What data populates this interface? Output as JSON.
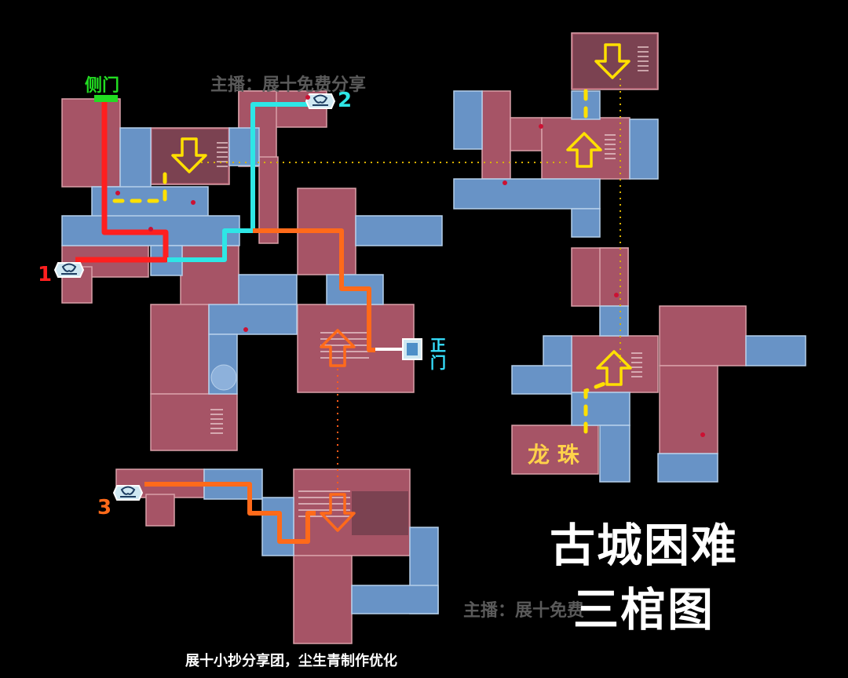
{
  "map": {
    "title_line1": "古城困难",
    "title_line2": "三棺图",
    "credit": "展十小抄分享团，尘生青制作优化",
    "watermark_1": "主播：展十免费分享",
    "watermark_2": "主播：展十免费",
    "labels": {
      "side_gate": "侧门",
      "main_gate_1": "正",
      "main_gate_2": "门",
      "dragon_pearl": "龙 珠",
      "coffin_1": "1",
      "coffin_2": "2",
      "coffin_3": "3"
    },
    "colors": {
      "room_red": "#a65466",
      "room_blue": "#6893c6",
      "route_1": "#ff1f1f",
      "route_2": "#2ee6e6",
      "route_3": "#ff6a1a",
      "side_gate": "#22dd22",
      "arrow_yellow": "#ffe000",
      "main_gate_text": "#36e0ff"
    }
  }
}
